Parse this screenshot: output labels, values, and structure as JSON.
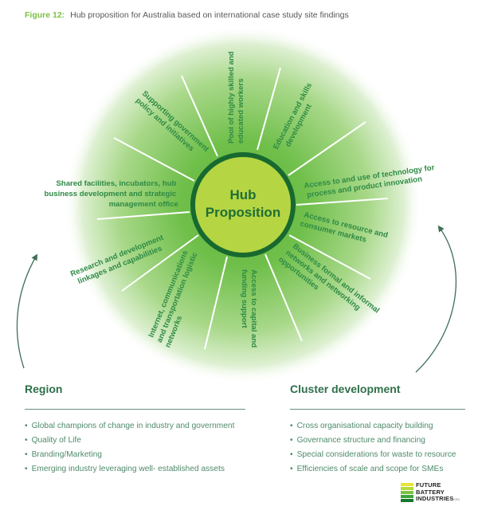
{
  "caption": {
    "figure_label": "Figure 12:",
    "title": "Hub proposition for Australia based on international case study site findings"
  },
  "hub": {
    "line1": "Hub",
    "line2": "Proposition"
  },
  "spokes": [
    {
      "lines": [
        "Pool of highly skilled and",
        "educated workers"
      ]
    },
    {
      "lines": [
        "Education and skills",
        "development"
      ]
    },
    {
      "lines": [
        "Access to and use of technology for",
        "process and product innovation"
      ]
    },
    {
      "lines": [
        "Access to resource and",
        "consumer markets"
      ]
    },
    {
      "lines": [
        "Business formal and informal",
        "networks and networking",
        "opportunities"
      ]
    },
    {
      "lines": [
        "Access to capital and",
        "funding support"
      ]
    },
    {
      "lines": [
        "Internet, communications",
        "and transportation logistic",
        "networks"
      ]
    },
    {
      "lines": [
        "Research and development",
        "linkages and capabilities"
      ]
    },
    {
      "lines": [
        "Shared facilities, incubators, hub",
        "business development and strategic",
        "management office"
      ]
    },
    {
      "lines": [
        "Supporting government",
        "policy and initiatives"
      ]
    }
  ],
  "region": {
    "title": "Region",
    "items": [
      "Global champions of change in industry and government",
      "Quality of Life",
      "Branding/Marketing",
      "Emerging industry leveraging well- established assets"
    ]
  },
  "cluster": {
    "title": "Cluster development",
    "items": [
      "Cross organisational  capacity building",
      "Governance structure  and financing",
      "Special considerations for waste to resource",
      "Efficiencies of scale and scope for SMEs"
    ]
  },
  "logo": {
    "line1": "FUTURE",
    "line2": "BATTERY",
    "line3": "INDUSTRIES",
    "suffix": "CRC",
    "bar_colors": [
      "#e6e43a",
      "#b7d83a",
      "#7cc142",
      "#3fa33c",
      "#16772f"
    ]
  },
  "colors": {
    "hub_fill": "#b5d542",
    "hub_border": "#17692f",
    "glow_inner": "#5fb83f",
    "label_text": "#2e8a45",
    "arrow": "#3f6f55"
  }
}
